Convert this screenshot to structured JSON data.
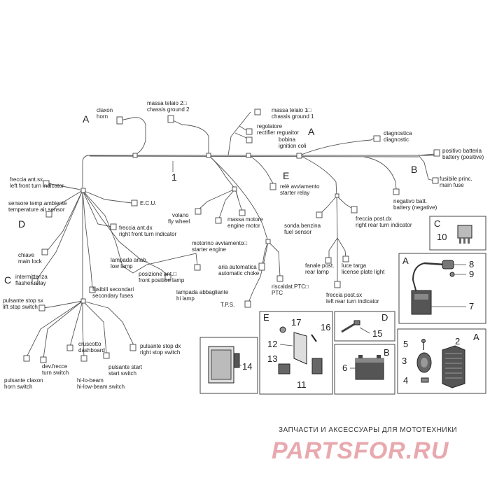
{
  "harness_number": "1",
  "zone_letters": {
    "a1": "A",
    "a2": "A",
    "b": "B",
    "d": "D",
    "e": "E",
    "c": "C"
  },
  "labels": {
    "claxon": [
      "claxon",
      "horn"
    ],
    "massa_telaio_2": [
      "massa telaio 2□",
      "chassis ground 2"
    ],
    "massa_telaio_1": [
      "massa telaio 1□",
      "chassis ground 1"
    ],
    "regolatore": [
      "regolatore",
      "rectifier reguaitor"
    ],
    "bobina": [
      "bobina",
      "ignition coli"
    ],
    "diagnostica": [
      "diagnostica",
      "diagnostic"
    ],
    "positivo_batteria": [
      "positivo batteria",
      "battery (positive)"
    ],
    "fusibile_princ": [
      "fusibile princ.",
      "main fuse"
    ],
    "negativo_batt": [
      "negativo batt.",
      "battery (negative)"
    ],
    "freccia_ant_sx": [
      "freccia ant.sx",
      "left front turn indicator"
    ],
    "sensore_temp": [
      "sensore temp.ambiente",
      "temperature air sensor"
    ],
    "ecu": [
      "E.C.U."
    ],
    "freccia_ant_dx": [
      "freccia ant.dx",
      "right front turn indicator"
    ],
    "chiave": [
      "chiave",
      "main lock"
    ],
    "lampada_anab": [
      "lampada anab.",
      "low lamp"
    ],
    "posizione_ant": [
      "posizione ant.□",
      "front position lamp"
    ],
    "intermittenza": [
      "intermittenza",
      "flasher relay"
    ],
    "fusibili_secondari": [
      "fusibili secondari",
      "secondary fuses"
    ],
    "lampada_abbagliante": [
      "lampada abbagliante",
      "hi lamp"
    ],
    "pulsante_stop_sx": [
      "pulsante stop sx",
      "lift stop switch"
    ],
    "volano": [
      "volano",
      "fly wheel"
    ],
    "massa_motore": [
      "massa motore",
      "engine motor"
    ],
    "motorino": [
      "motorino avviamento□",
      "starter engine"
    ],
    "rele_avviamento": [
      "relè avviamento",
      "starter relay"
    ],
    "sonda_benzina": [
      "sonda benzina",
      "fuel sensor"
    ],
    "freccia_post_dx": [
      "freccia post.dx",
      "right rear turn indicator"
    ],
    "aria_automatica": [
      "aria automatica",
      "automatic choke"
    ],
    "riscaldat_ptc": [
      "riscaldat.PTC□",
      "PTC"
    ],
    "tps": [
      "T.P.S."
    ],
    "fanale_post": [
      "fanale post.",
      "rear lamp"
    ],
    "luce_targa": [
      "luce targa",
      "license plate light"
    ],
    "freccia_post_sx": [
      "freccia post.sx",
      "left rear turn indicator"
    ],
    "cruscotto": [
      "cruscotto",
      "dashboard"
    ],
    "pulsante_stop_dx": [
      "pulsante stop dx",
      "right stop switch"
    ],
    "dev_frecce": [
      "dev.frecce",
      "turn switch"
    ],
    "pulsante_start": [
      "pulsante start",
      "start switch"
    ],
    "pulsante_claxon": [
      "pulsante claxon",
      "horn switch"
    ],
    "hi_lo_beam": [
      "hi-lo-beam",
      "hi-low-beam switch"
    ]
  },
  "panels": {
    "c_top": {
      "letter": "C",
      "numbers": [
        "10"
      ]
    },
    "a_right": {
      "letter": "A",
      "numbers": [
        "8",
        "9",
        "7"
      ]
    },
    "e": {
      "letter": "E",
      "numbers": [
        "17",
        "16",
        "12",
        "13",
        "11"
      ]
    },
    "d": {
      "letter": "D",
      "numbers": [
        "15"
      ]
    },
    "left14": {
      "numbers": [
        "14"
      ]
    },
    "b": {
      "letter": "B",
      "numbers": [
        "6"
      ]
    },
    "a_bottom": {
      "letter": "A",
      "numbers": [
        "5",
        "2",
        "3",
        "4"
      ]
    }
  },
  "watermark": {
    "text_top": "ЗАПЧАСТИ И АКСЕССУАРЫ ДЛЯ МОТОТЕХНИКИ",
    "logo": "PARTSFOR.RU"
  }
}
